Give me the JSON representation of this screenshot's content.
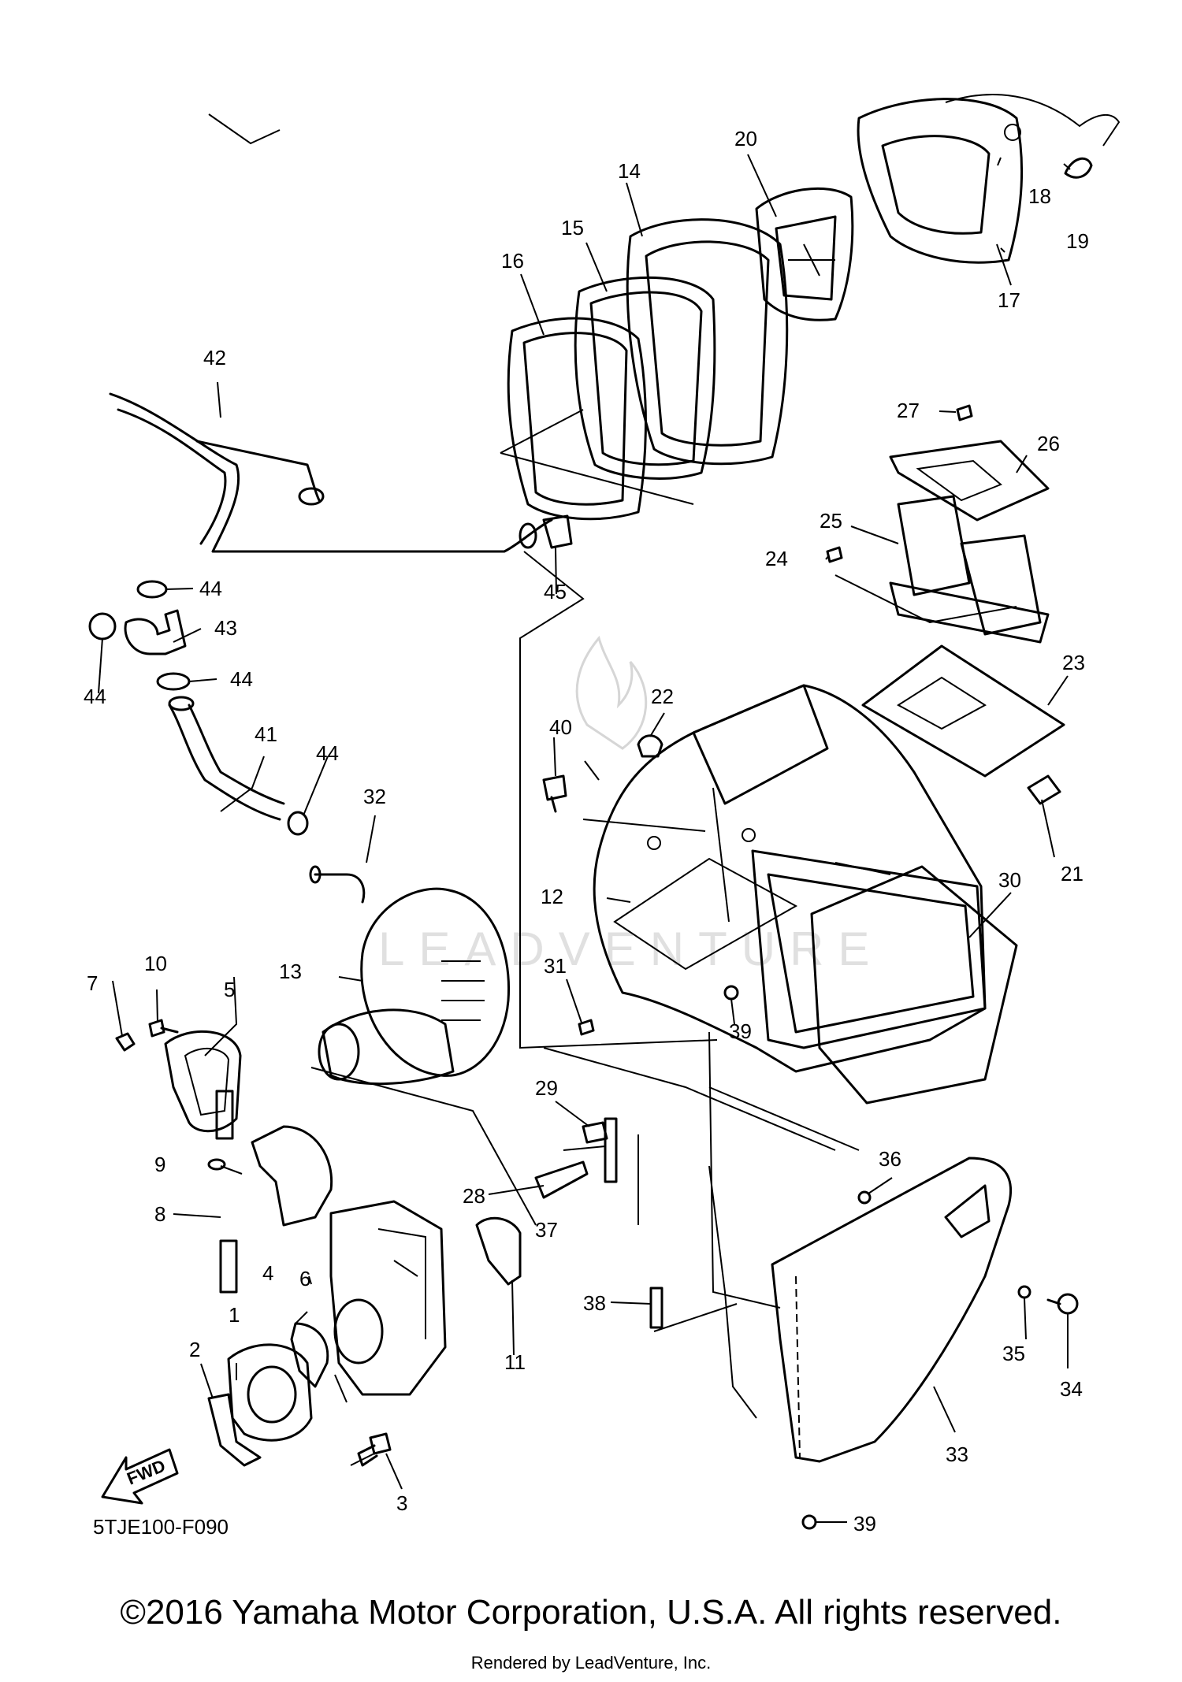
{
  "callouts": [
    {
      "n": "1"
    },
    {
      "n": "2"
    },
    {
      "n": "3"
    },
    {
      "n": "4"
    },
    {
      "n": "5"
    },
    {
      "n": "6"
    },
    {
      "n": "7"
    },
    {
      "n": "8"
    },
    {
      "n": "9"
    },
    {
      "n": "10"
    },
    {
      "n": "11"
    },
    {
      "n": "12"
    },
    {
      "n": "13"
    },
    {
      "n": "14"
    },
    {
      "n": "15"
    },
    {
      "n": "16"
    },
    {
      "n": "17"
    },
    {
      "n": "18"
    },
    {
      "n": "19"
    },
    {
      "n": "20"
    },
    {
      "n": "21"
    },
    {
      "n": "22"
    },
    {
      "n": "23"
    },
    {
      "n": "24"
    },
    {
      "n": "25"
    },
    {
      "n": "26"
    },
    {
      "n": "27"
    },
    {
      "n": "28"
    },
    {
      "n": "29"
    },
    {
      "n": "30"
    },
    {
      "n": "31"
    },
    {
      "n": "32"
    },
    {
      "n": "33"
    },
    {
      "n": "34"
    },
    {
      "n": "35"
    },
    {
      "n": "36"
    },
    {
      "n": "37"
    },
    {
      "n": "38"
    },
    {
      "n": "39"
    },
    {
      "n": "39"
    },
    {
      "n": "40"
    },
    {
      "n": "41"
    },
    {
      "n": "42"
    },
    {
      "n": "43"
    },
    {
      "n": "44"
    },
    {
      "n": "44"
    },
    {
      "n": "44"
    },
    {
      "n": "44"
    },
    {
      "n": "45"
    }
  ],
  "diagram_code": "5TJE100-F090",
  "fwd_label": "FWD",
  "watermark": "LEADVENTURE",
  "copyright": "©2016 Yamaha Motor Corporation, U.S.A. All rights reserved.",
  "rendered_by": "Rendered by LeadVenture, Inc."
}
